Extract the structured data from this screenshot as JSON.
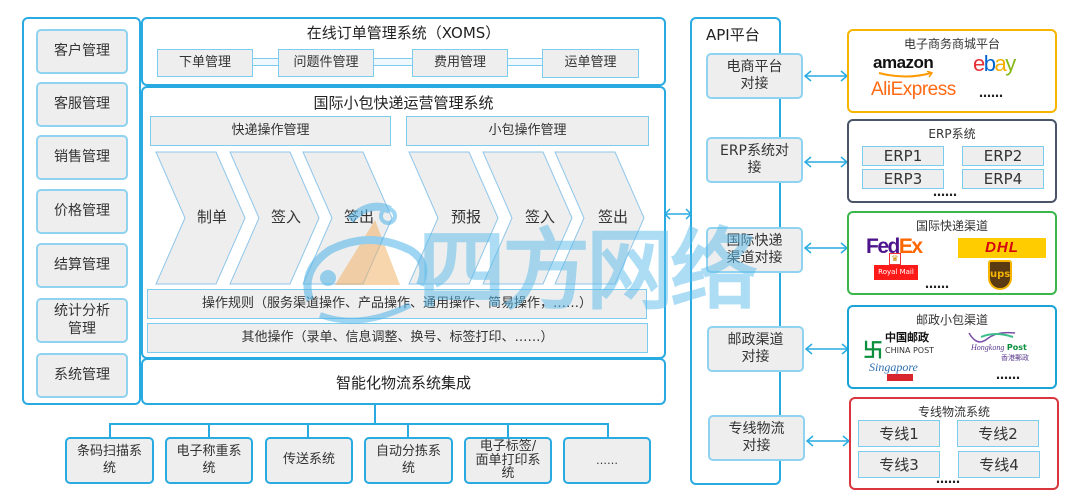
{
  "left_panel": {
    "items": [
      {
        "label": "客户管理"
      },
      {
        "label": "客服管理"
      },
      {
        "label": "销售管理"
      },
      {
        "label": "价格管理"
      },
      {
        "label": "结算管理"
      },
      {
        "label": "统计分析\n管理"
      },
      {
        "label": "系统管理"
      }
    ]
  },
  "xoms": {
    "title": "在线订单管理系统（XOMS）",
    "modules": [
      {
        "label": "下单管理"
      },
      {
        "label": "问题件管理"
      },
      {
        "label": "费用管理"
      },
      {
        "label": "运单管理"
      }
    ]
  },
  "intl": {
    "title": "国际小包快递运营管理系统",
    "express_header": "快递操作管理",
    "parcel_header": "小包操作管理",
    "express_steps": [
      {
        "label": "制单"
      },
      {
        "label": "签入"
      },
      {
        "label": "签出"
      }
    ],
    "parcel_steps": [
      {
        "label": "预报"
      },
      {
        "label": "签入"
      },
      {
        "label": "签出"
      }
    ],
    "rules": "操作规则（服务渠道操作、产品操作、通用操作、简易操作，……）",
    "other_ops": "其他操作（录单、信息调整、换号、标签打印、……）"
  },
  "integration": {
    "title": "智能化物流系统集成",
    "subsystems": [
      {
        "label": "条码扫描系\n统"
      },
      {
        "label": "电子称重系\n统"
      },
      {
        "label": "传送系统"
      },
      {
        "label": "自动分拣系\n统"
      },
      {
        "label": "电子标签/\n面单打印系\n统"
      },
      {
        "label": "……"
      }
    ]
  },
  "api": {
    "title": "API平台",
    "items": [
      {
        "label": "电商平台\n对接"
      },
      {
        "label": "ERP系统对\n接"
      },
      {
        "label": "国际快递\n渠道对接"
      },
      {
        "label": "邮政渠道\n对接"
      },
      {
        "label": "专线物流\n对接"
      }
    ]
  },
  "external": {
    "ecommerce": {
      "title": "电子商务商城平台",
      "border_color": "#f7b500",
      "logos": [
        "amazon",
        "ebay",
        "AliExpress"
      ],
      "more": "……"
    },
    "erp": {
      "title": "ERP系统",
      "border_color": "#4a5568",
      "items": [
        "ERP1",
        "ERP2",
        "ERP3",
        "ERP4"
      ],
      "more": "……"
    },
    "express": {
      "title": "国际快递渠道",
      "border_color": "#3cb54a",
      "logos": [
        "FedEx",
        "DHL",
        "Royal Mail",
        "UPS"
      ],
      "more": "……"
    },
    "postal": {
      "title": "邮政小包渠道",
      "border_color": "#1aa3d6",
      "logos": [
        "中国邮政 CHINA POST",
        "Hongkong Post 香港郵政",
        "Singapore Post"
      ],
      "more": "……"
    },
    "dedicated": {
      "title": "专线物流系统",
      "border_color": "#d9363e",
      "items": [
        "专线1",
        "专线2",
        "专线3",
        "专线4"
      ],
      "more": "……"
    }
  },
  "watermark": {
    "text": "四方网络"
  },
  "colors": {
    "accent": "#29abe2",
    "box_fill": "#eeeeee",
    "box_border": "#8fd3f0"
  }
}
